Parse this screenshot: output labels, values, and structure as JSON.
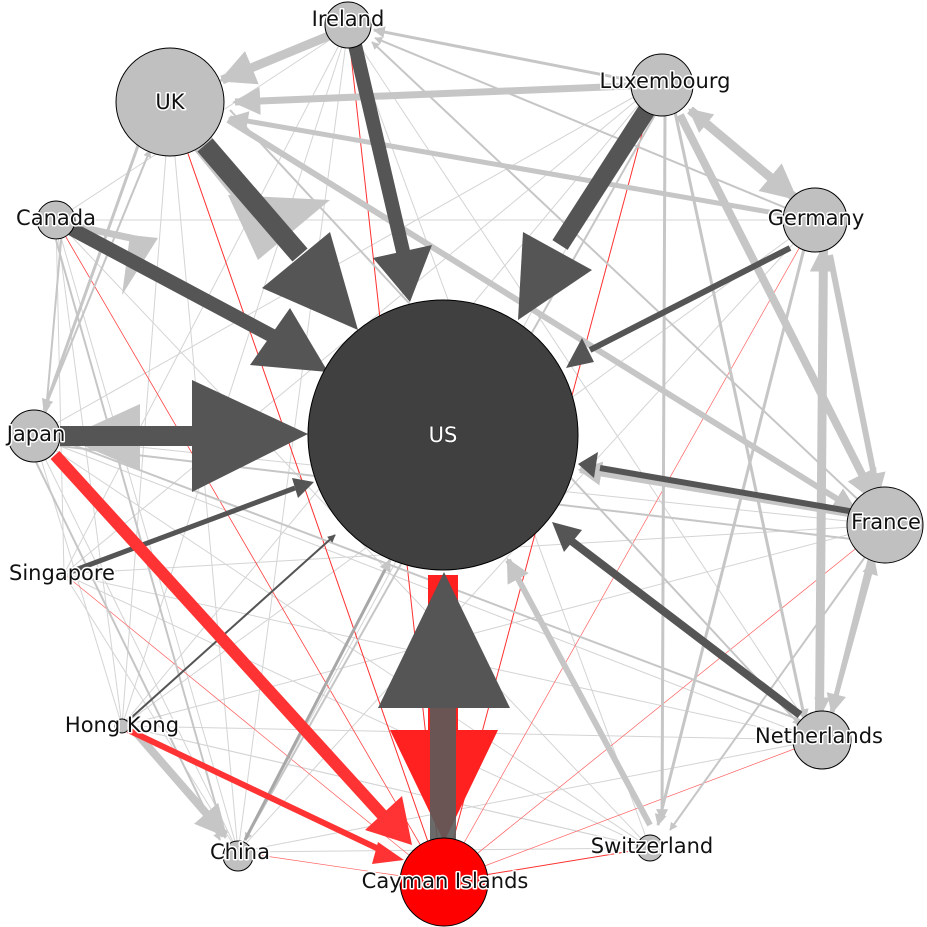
{
  "colors": {
    "background": "#ffffff",
    "node_default": "#c0c0c0",
    "node_us": "#404040",
    "node_cayman": "#ff0000",
    "edge_gray_dark": "#555555",
    "edge_gray_light": "#c6c6c6",
    "edge_red": "#ff2020"
  },
  "nodes": [
    {
      "id": "us",
      "label": "US"
    },
    {
      "id": "uk",
      "label": "UK"
    },
    {
      "id": "ireland",
      "label": "Ireland"
    },
    {
      "id": "luxembourg",
      "label": "Luxembourg"
    },
    {
      "id": "germany",
      "label": "Germany"
    },
    {
      "id": "canada",
      "label": "Canada"
    },
    {
      "id": "japan",
      "label": "Japan"
    },
    {
      "id": "france",
      "label": "France"
    },
    {
      "id": "singapore",
      "label": "Singapore"
    },
    {
      "id": "hong_kong",
      "label": "Hong Kong"
    },
    {
      "id": "netherlands",
      "label": "Netherlands"
    },
    {
      "id": "china",
      "label": "China"
    },
    {
      "id": "switzerland",
      "label": "Switzerland"
    },
    {
      "id": "cayman_islands",
      "label": "Cayman Islands"
    }
  ]
}
